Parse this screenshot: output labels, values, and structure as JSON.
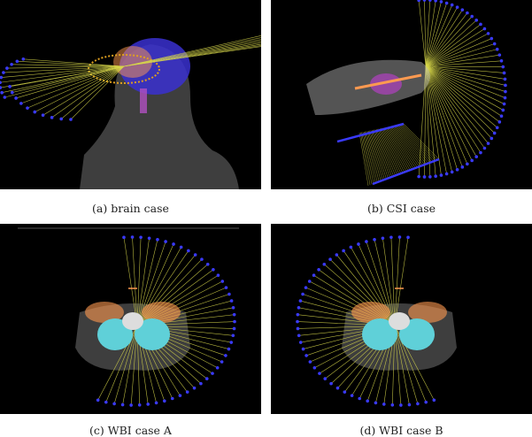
{
  "figure": {
    "panels": [
      {
        "id": "a",
        "caption": "(a) brain case",
        "kind": "brain"
      },
      {
        "id": "b",
        "caption": "(b) CSI case",
        "kind": "csi"
      },
      {
        "id": "c",
        "caption": "(c) WBI case A",
        "kind": "wbi-left"
      },
      {
        "id": "d",
        "caption": "(d) WBI case B",
        "kind": "wbi-right"
      }
    ],
    "colors": {
      "background": "#000000",
      "beam_source": "#3a3aff",
      "beam_line": "#d8d84a",
      "target": "#ff9a50",
      "lung": "#5fd0d8",
      "body": "#8a8a8a"
    }
  }
}
